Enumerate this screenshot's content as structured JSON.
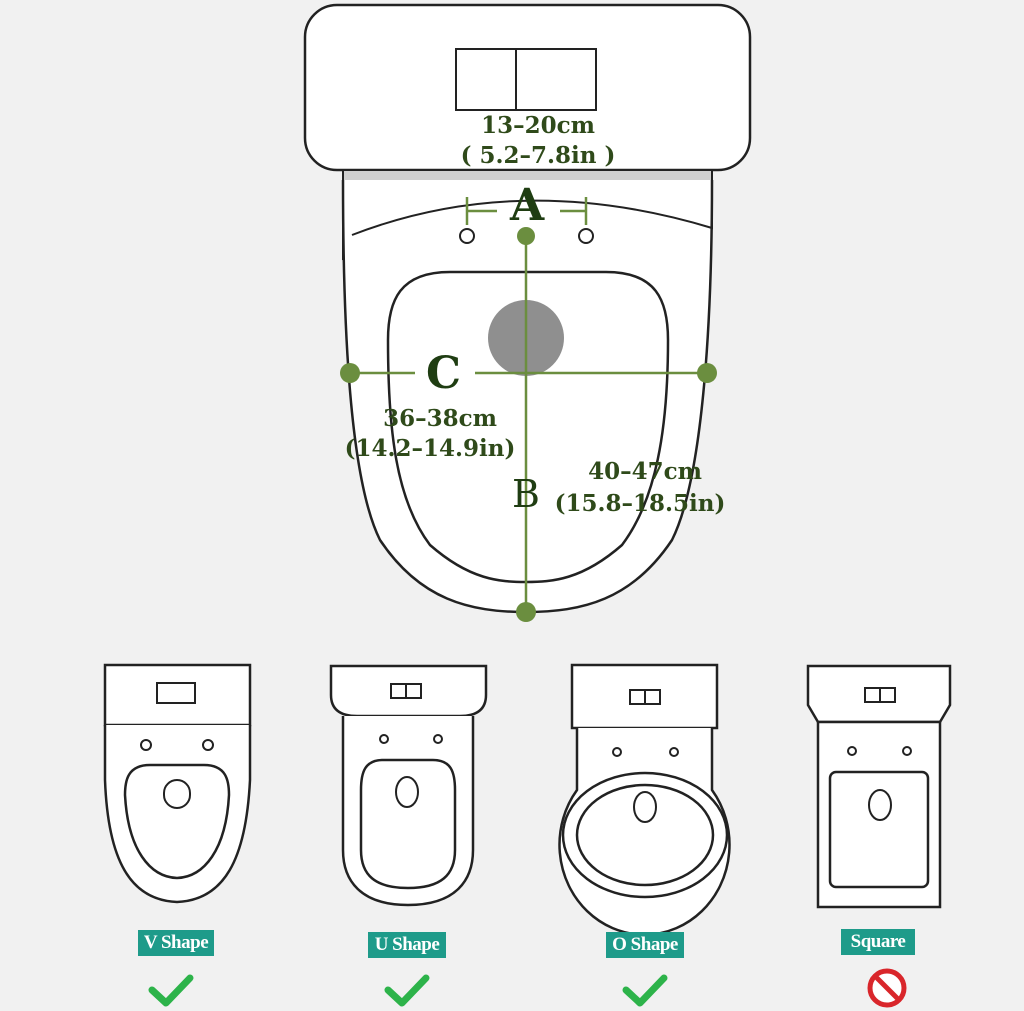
{
  "dimensions": {
    "a": {
      "letter": "A",
      "cm": "13–20cm",
      "inch": "( 5.2–7.8in )"
    },
    "b": {
      "letter": "B",
      "cm": "40–47cm",
      "inch": "(15.8–18.5in)"
    },
    "c": {
      "letter": "C",
      "cm": "36–38cm",
      "inch": "(14.2–14.9in)"
    }
  },
  "shapes": [
    {
      "label": "V Shape",
      "status": "check-icon"
    },
    {
      "label": "U Shape",
      "status": "check-icon"
    },
    {
      "label": "O Shape",
      "status": "check-icon"
    },
    {
      "label": "Square",
      "status": "prohibited-icon"
    }
  ],
  "colors": {
    "measure_green": "#6b8e3f",
    "label_green": "#2f4a1a",
    "badge_teal": "#1e9b8a",
    "check_green": "#2db34a",
    "prohibited_red": "#d9262b"
  }
}
